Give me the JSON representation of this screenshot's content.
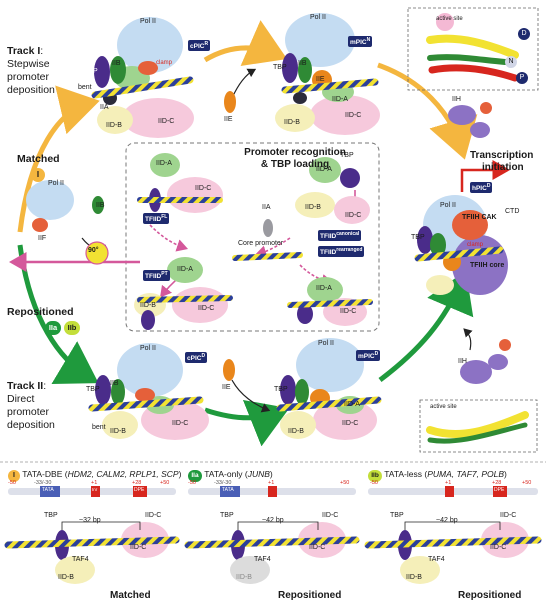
{
  "track1": {
    "title": "Track I",
    "lines": [
      "Stepwise",
      "promoter",
      "deposition"
    ]
  },
  "track2": {
    "title": "Track II",
    "lines": [
      "Direct",
      "promoter",
      "deposition"
    ]
  },
  "matched": {
    "label": "Matched",
    "badge": "I"
  },
  "repositioned": {
    "label": "Repositioned",
    "badge_a": "IIa",
    "badge_b": "IIb"
  },
  "center_box": {
    "title_line1": "Promoter recognition",
    "title_line2": "& TBP loading",
    "core_promoter": "Core promoter",
    "rotation": "90°"
  },
  "transcription": {
    "line1": "Transcription",
    "line2": "initiation"
  },
  "complexes": {
    "cpic_top": "cPIC",
    "cpic_top_sup": "R",
    "mpic_top": "mPIC",
    "mpic_top_sup": "N",
    "cpic_bottom": "cPIC",
    "cpic_bottom_sup": "D",
    "mpic_bottom": "mPIC",
    "mpic_bottom_sup": "D",
    "hpic": "hPIC",
    "hpic_sup": "D",
    "tfiid_fl": "TFIID",
    "tfiid_fl_sup": "FL",
    "tfiid_pt": "TFIID",
    "tfiid_pt_sup": "PT",
    "tfiid_canonical": "TFIID",
    "tfiid_canonical_sup": "canonical",
    "tfiid_rearranged": "TFIID",
    "tfiid_rearranged_sup": "rearranged"
  },
  "subunits": {
    "pol2": "Pol II",
    "tbp": "TBP",
    "iib": "IIB",
    "iie": "IIE",
    "iif": "IIF",
    "iih": "IIH",
    "iia": "IIA",
    "iid_a": "IID-A",
    "iid_b": "IID-B",
    "iid_c": "IID-C",
    "bent": "bent",
    "clamp": "clamp",
    "tfiih_cak": "TFIIH CAK",
    "tfiih_core": "TFIIH core",
    "ctd": "CTD",
    "active_site": "active site",
    "d": "D",
    "n": "N",
    "p": "P",
    "taf4": "TAF4"
  },
  "panels": [
    {
      "badge": "I",
      "title": "TATA-DBE",
      "genes": "HDM2, CALM2, RPLP1, SCP",
      "spacing": "~32 bp",
      "outcome": "Matched",
      "ticks": [
        "-50",
        "-33/-30",
        "+1",
        "+28",
        "+50"
      ],
      "tata": "TATA",
      "dpe": "DPE",
      "inr": "Inr"
    },
    {
      "badge": "IIa",
      "title": "TATA-only",
      "genes": "JUNB",
      "spacing": "~42 bp",
      "outcome": "Repositioned",
      "ticks": [
        "-50",
        "-33/-30",
        "+1",
        "+50"
      ],
      "tata": "TATA"
    },
    {
      "badge": "IIb",
      "title": "TATA-less",
      "genes": "PUMA, TAF7, POLB",
      "spacing": "~42 bp",
      "outcome": "Repositioned",
      "ticks": [
        "-50",
        "+1",
        "+28",
        "+50"
      ],
      "dpe": "DPE"
    }
  ],
  "colors": {
    "track1_arrow": "#f4b63f",
    "track2_arrow": "#1f9a3d",
    "pink_arrow": "#d4589b",
    "red_arrow": "#d7261e",
    "pol2": "#c4dcf2",
    "tbp": "#4a2c8a",
    "iib": "#2f8a35",
    "iie": "#e9861b",
    "iif": "#e5603a",
    "iih": "#8c72c4",
    "iia": "#2b2b3a",
    "iid_a": "#9fd48f",
    "iid_b": "#f5efb9",
    "iid_c": "#f6c9dc",
    "dna_blue": "#2b3f9a",
    "dna_yellow": "#f2e232"
  }
}
